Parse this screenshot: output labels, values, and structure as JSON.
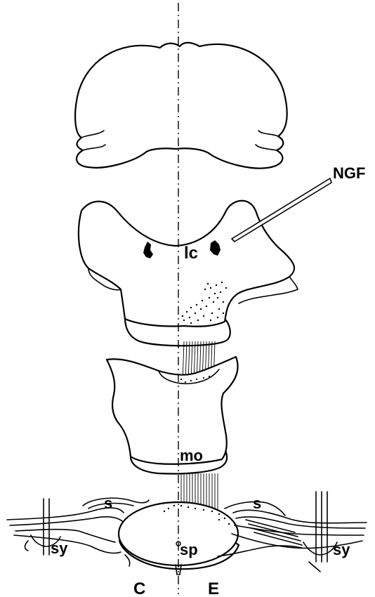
{
  "labels": {
    "ngf": "NGF",
    "lc": "lc",
    "mo": "mo",
    "s_left": "s",
    "s_right": "s",
    "sy_left": "sy",
    "sy_right": "sy",
    "sp": "sp",
    "c": "C",
    "e": "E"
  },
  "colors": {
    "ink": "#000000",
    "background": "#ffffff"
  }
}
